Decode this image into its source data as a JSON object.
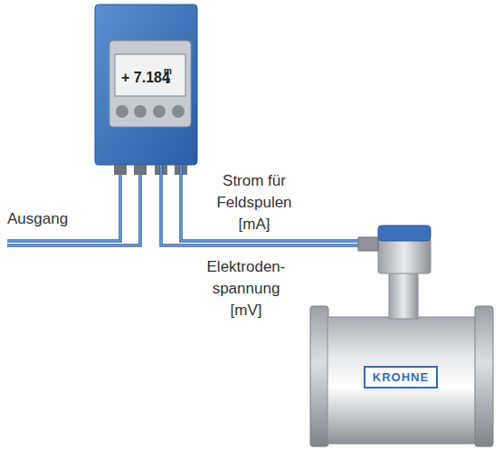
{
  "diagram": {
    "nodes": [
      {
        "text": [
          "+ 7.184",
          "m s"
        ]
      },
      {
        "text": [
          "KROHNE"
        ]
      }
    ],
    "edges": [
      {
        "from": 0,
        "to": 1,
        "arrow": "none",
        "label": "Strom für Feldspulen [mA]"
      },
      {
        "from": 0,
        "to": 1,
        "arrow": "none",
        "label": "Elektroden- spannung [mV]"
      }
    ],
    "labels": [
      "Ausgang"
    ]
  }
}
